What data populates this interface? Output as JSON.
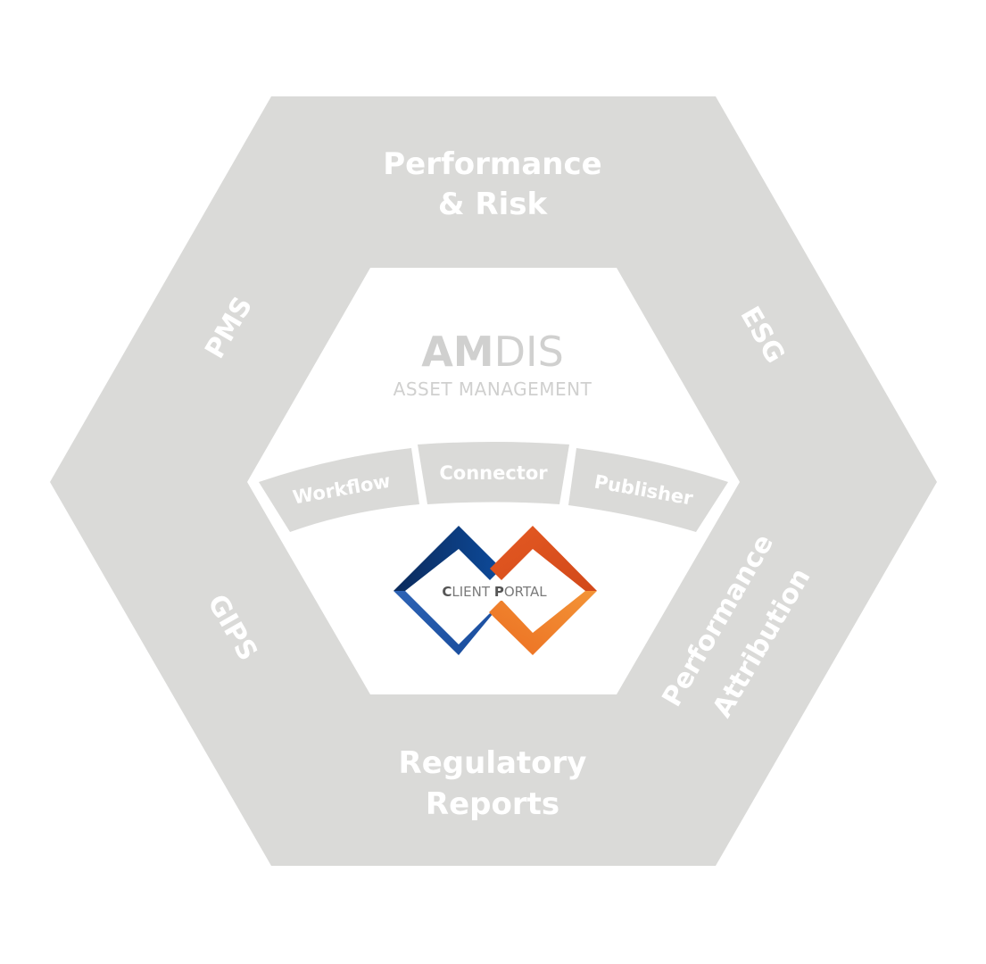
{
  "segments": {
    "top": [
      "Performance",
      "& Risk"
    ],
    "bottom": [
      "Regulatory",
      "Reports"
    ],
    "upper_left": "PMS",
    "lower_left": "GIPS",
    "upper_right": "ESG",
    "lower_right": [
      "Performance",
      "Attribution"
    ]
  },
  "core": {
    "brand_bold": "AM",
    "brand_light": "DIS",
    "brand_sub": "ASSET MANAGEMENT",
    "modules": [
      "Workflow",
      "Connector",
      "Publisher"
    ]
  },
  "portal": {
    "letter1": "C",
    "rest1": "LIENT ",
    "letter2": "P",
    "rest2": "ORTAL"
  },
  "colors": {
    "hex_gray": "#dadad8",
    "text_light": "#d0d0cf",
    "portal_dark_blue": "#0b2a5b",
    "portal_blue": "#2457a8",
    "portal_orange": "#e8591e",
    "portal_orange_light": "#f07b2a"
  }
}
